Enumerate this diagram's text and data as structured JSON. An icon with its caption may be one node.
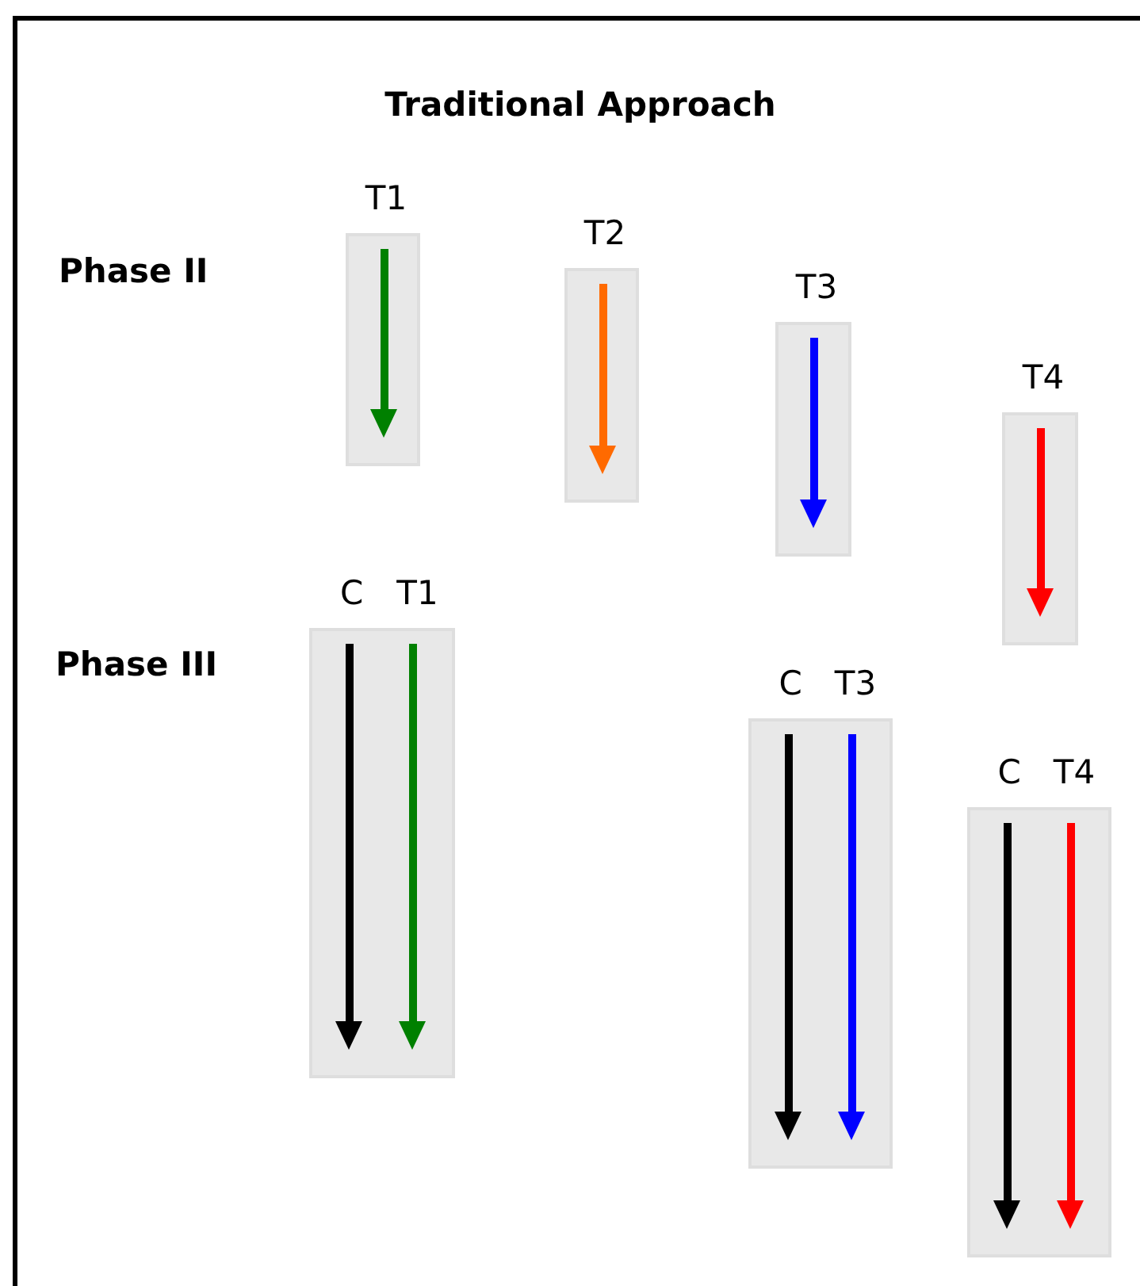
{
  "diagram": {
    "title": "Traditional Approach",
    "nodes": [
      {
        "text": [
          "T1"
        ]
      },
      {
        "text": [
          "T2"
        ]
      },
      {
        "text": [
          "T3"
        ]
      },
      {
        "text": [
          "T4"
        ]
      },
      {
        "text": [
          "C",
          "T1"
        ]
      },
      {
        "text": [
          "C",
          "T3"
        ]
      },
      {
        "text": [
          "C",
          "T4"
        ]
      }
    ],
    "edges": [],
    "labels": [
      "Phase II",
      "Phase III"
    ]
  }
}
